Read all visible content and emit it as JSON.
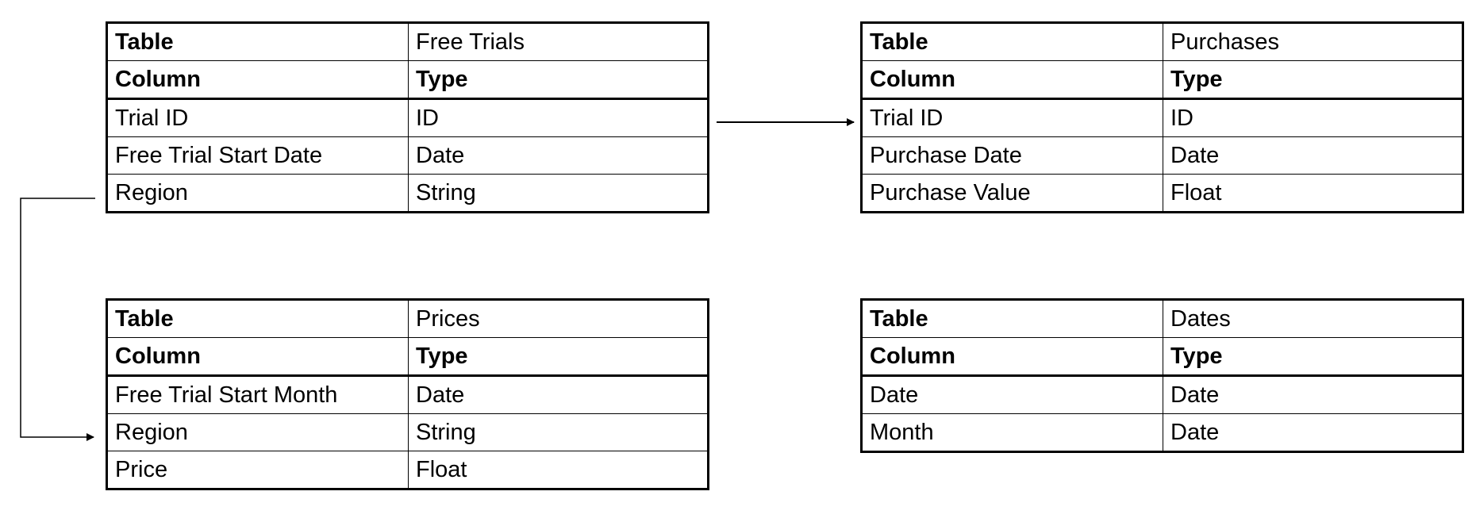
{
  "tables": [
    {
      "id": "free_trials",
      "header": {
        "key": "Table",
        "value": "Free Trials"
      },
      "columns_header": {
        "name": "Column",
        "type": "Type"
      },
      "rows": [
        {
          "name": "Trial ID",
          "type": "ID"
        },
        {
          "name": "Free Trial Start Date",
          "type": "Date"
        },
        {
          "name": "Region",
          "type": "String"
        }
      ]
    },
    {
      "id": "purchases",
      "header": {
        "key": "Table",
        "value": "Purchases"
      },
      "columns_header": {
        "name": "Column",
        "type": "Type"
      },
      "rows": [
        {
          "name": "Trial ID",
          "type": "ID"
        },
        {
          "name": "Purchase Date",
          "type": "Date"
        },
        {
          "name": "Purchase Value",
          "type": "Float"
        }
      ]
    },
    {
      "id": "prices",
      "header": {
        "key": "Table",
        "value": "Prices"
      },
      "columns_header": {
        "name": "Column",
        "type": "Type"
      },
      "rows": [
        {
          "name": "Free Trial Start Month",
          "type": "Date"
        },
        {
          "name": "Region",
          "type": "String"
        },
        {
          "name": "Price",
          "type": "Float"
        }
      ]
    },
    {
      "id": "dates",
      "header": {
        "key": "Table",
        "value": "Dates"
      },
      "columns_header": {
        "name": "Column",
        "type": "Type"
      },
      "rows": [
        {
          "name": "Date",
          "type": "Date"
        },
        {
          "name": "Month",
          "type": "Date"
        }
      ]
    }
  ],
  "relationships": [
    {
      "from": "Free Trials.Trial ID",
      "to": "Purchases.Trial ID"
    },
    {
      "from": "Free Trials.Region",
      "to": "Prices.Region"
    }
  ]
}
